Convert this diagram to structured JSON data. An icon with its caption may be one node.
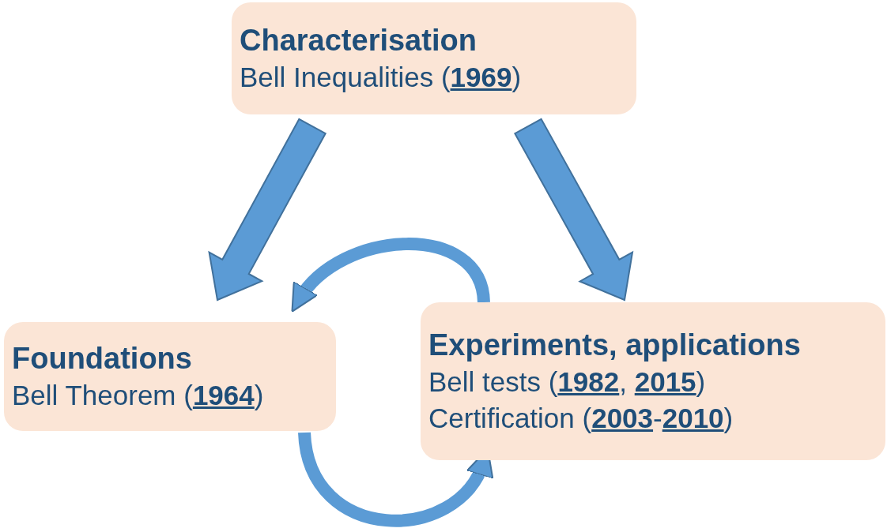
{
  "diagram": {
    "nodes": [
      {
        "text": [
          "Characterisation",
          "Bell Inequalities (**1969**)"
        ]
      },
      {
        "text": [
          "Foundations",
          "Bell Theorem (**1964**)"
        ]
      },
      {
        "text": [
          "Experiments, applications",
          "Bell tests (**1982**, **2015**)",
          "Certification (**2003**-**2010**)"
        ]
      }
    ],
    "edges": [
      {
        "from": 0,
        "to": 1,
        "arrow": "to"
      },
      {
        "from": 0,
        "to": 2,
        "arrow": "to"
      },
      {
        "from": 2,
        "to": 1,
        "arrow": "to"
      },
      {
        "from": 1,
        "to": 2,
        "arrow": "to"
      }
    ]
  }
}
